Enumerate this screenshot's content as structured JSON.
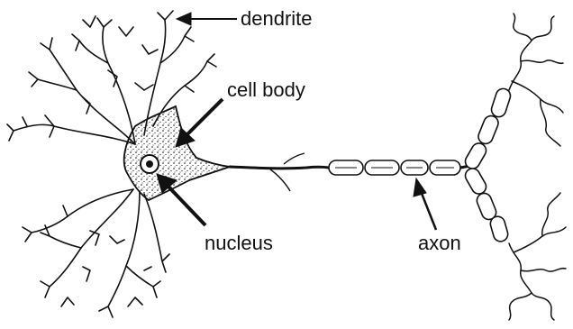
{
  "labels": {
    "dendrite": "dendrite",
    "cell_body": "cell body",
    "nucleus": "nucleus",
    "axon": "axon"
  },
  "colors": {
    "ink": "#111111",
    "background": "#ffffff"
  }
}
